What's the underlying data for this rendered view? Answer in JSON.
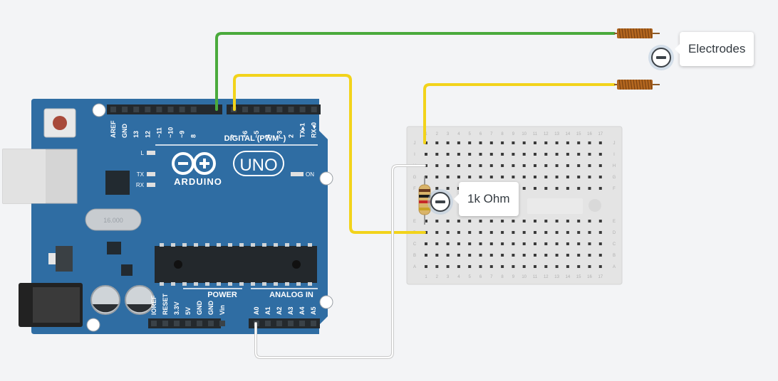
{
  "board": {
    "logo_text": "ARDUINO",
    "model": "UNO",
    "digital_label": "DIGITAL (PWM~)",
    "power_label": "POWER",
    "analog_label": "ANALOG IN",
    "on_label": "ON",
    "led_l": "L",
    "led_tx": "TX",
    "led_rx": "RX",
    "crystal_text": "16.000",
    "digital_pins": [
      "AREF",
      "GND",
      "13",
      "12",
      "~11",
      "~10",
      "~9",
      "8",
      "7",
      "~6",
      "~5",
      "4",
      "~3",
      "2",
      "TX▸1",
      "RX◂0"
    ],
    "power_pins": [
      "IOREF",
      "RESET",
      "3.3V",
      "5V",
      "GND",
      "GND",
      "Vin"
    ],
    "analog_pins": [
      "A0",
      "A1",
      "A2",
      "A3",
      "A4",
      "A5"
    ]
  },
  "breadboard": {
    "columns": [
      "1",
      "2",
      "3",
      "4",
      "5",
      "6",
      "7",
      "8",
      "9",
      "10",
      "11",
      "12",
      "13",
      "14",
      "15",
      "16",
      "17"
    ],
    "rows_top": [
      "J",
      "I",
      "H",
      "G",
      "F"
    ],
    "rows_bottom": [
      "E",
      "D",
      "C",
      "B",
      "A"
    ]
  },
  "components": {
    "electrodes_label": "Electrodes",
    "resistor_label": "1k Ohm"
  },
  "colors": {
    "board": "#2f6da3",
    "wire_green": "#4aaa3c",
    "wire_yellow": "#f2d31b",
    "wire_white": "#e6e6e6",
    "breadboard": "#e4e4e4",
    "coil": "#b4671f"
  }
}
